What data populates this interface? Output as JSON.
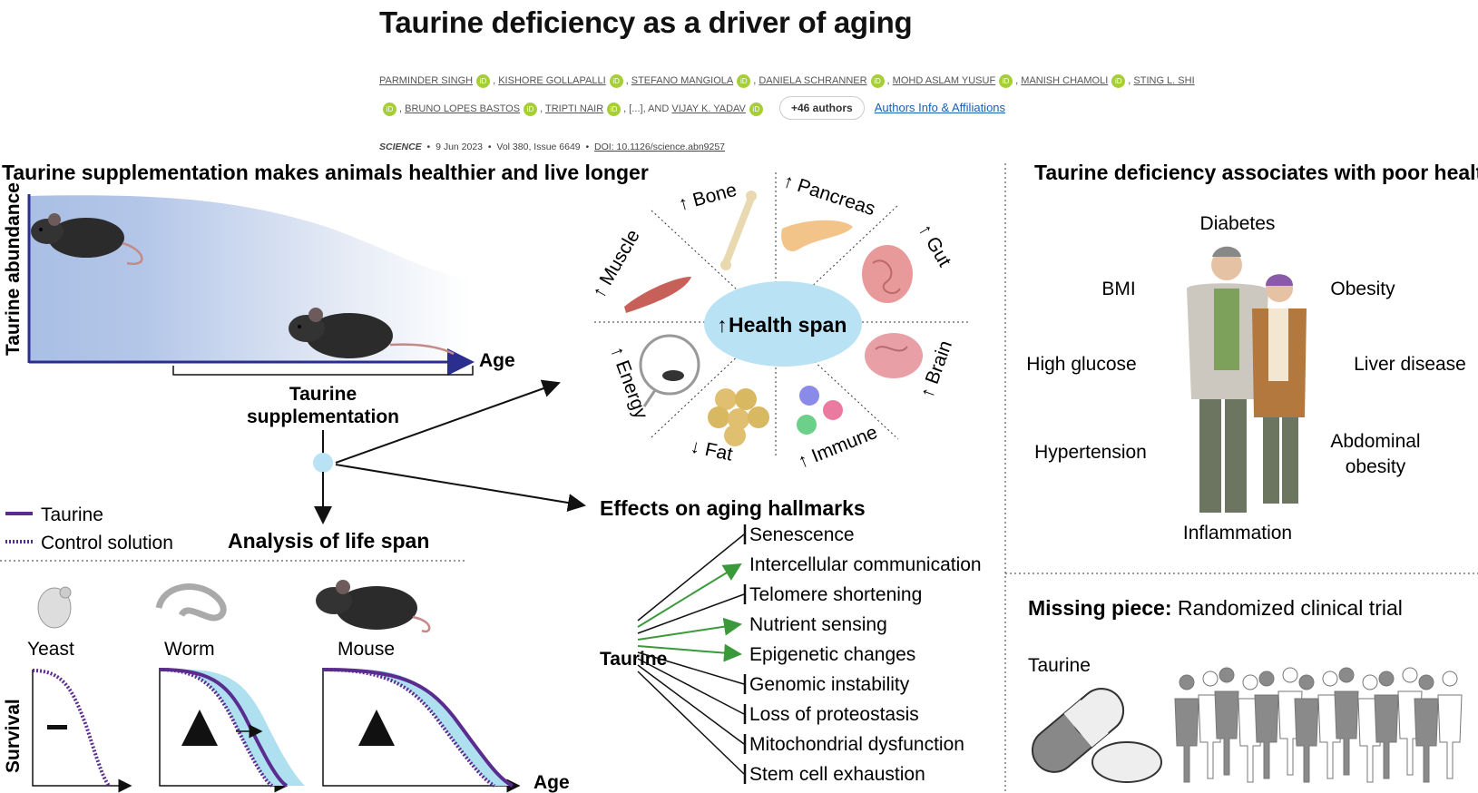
{
  "article": {
    "title": "Taurine deficiency as a driver of aging",
    "authors_line1": [
      "PARMINDER SINGH",
      "KISHORE GOLLAPALLI",
      "STEFANO MANGIOLA",
      "DANIELA SCHRANNER",
      "MOHD ASLAM YUSUF",
      "MANISH CHAMOLI",
      "STING L. SHI"
    ],
    "authors_line2": [
      "BRUNO LOPES BASTOS",
      "TRIPTI NAIR"
    ],
    "ellipsis_and": "[...], AND",
    "last_author": "VIJAY K. YADAV",
    "orcid_label": "iD",
    "more_authors_button": "+46 authors",
    "affiliations_link": "Authors Info & Affiliations",
    "journal": "SCIENCE",
    "date": "9 Jun 2023",
    "volume": "Vol 380, Issue 6649",
    "doi": "DOI: 10.1126/science.abn9257",
    "separator": "•"
  },
  "figure": {
    "left_heading": "Taurine supplementation makes animals healthier and live longer",
    "y_axis_abundance": "Taurine abundance",
    "x_axis_age": "Age",
    "supplementation_label_1": "Taurine",
    "supplementation_label_2": "supplementation",
    "legend": [
      {
        "label": "Taurine",
        "style": "solid",
        "color": "#5b2c8f"
      },
      {
        "label": "Control solution",
        "style": "dotted",
        "color": "#5b2c8f"
      }
    ],
    "life_span_heading": "Analysis of life span",
    "organisms": [
      "Yeast",
      "Worm",
      "Mouse"
    ],
    "survival_label": "Survival",
    "survival_age_label": "Age",
    "health_span": {
      "center": "Health span",
      "center_arrow": "↑",
      "organs": [
        {
          "name": "Bone",
          "arrow": "↑"
        },
        {
          "name": "Pancreas",
          "arrow": "↑"
        },
        {
          "name": "Gut",
          "arrow": "↑"
        },
        {
          "name": "Brain",
          "arrow": "↑"
        },
        {
          "name": "Immune",
          "arrow": "↑"
        },
        {
          "name": "Fat",
          "arrow": "↓"
        },
        {
          "name": "Energy",
          "arrow": "↑"
        },
        {
          "name": "Muscle",
          "arrow": "↑"
        }
      ]
    },
    "hallmarks_heading": "Effects on aging hallmarks",
    "hallmarks_source": "Taurine",
    "hallmarks": [
      {
        "label": "Senescence",
        "link": "inhibit"
      },
      {
        "label": "Intercellular communication",
        "link": "promote"
      },
      {
        "label": "Telomere shortening",
        "link": "inhibit"
      },
      {
        "label": "Nutrient sensing",
        "link": "promote"
      },
      {
        "label": "Epigenetic changes",
        "link": "promote"
      },
      {
        "label": "Genomic instability",
        "link": "inhibit"
      },
      {
        "label": "Loss of proteostasis",
        "link": "inhibit"
      },
      {
        "label": "Mitochondrial dysfunction",
        "link": "inhibit"
      },
      {
        "label": "Stem cell exhaustion",
        "link": "inhibit"
      }
    ],
    "right_heading": "Taurine deficiency associates with poor health",
    "conditions": [
      "Diabetes",
      "BMI",
      "Obesity",
      "High glucose",
      "Liver disease",
      "Hypertension",
      "Abdominal obesity",
      "Inflammation"
    ],
    "missing_piece_bold": "Missing piece:",
    "missing_piece_text": "Randomized clinical trial",
    "trial_taurine_label": "Taurine",
    "colors": {
      "purple": "#5b2c8f",
      "light_blue": "#aee0f0",
      "health_ellipse": "#b9e3f4",
      "green_arrow": "#3a9a3a",
      "abundance_gradient": "#a9bfe4"
    }
  }
}
